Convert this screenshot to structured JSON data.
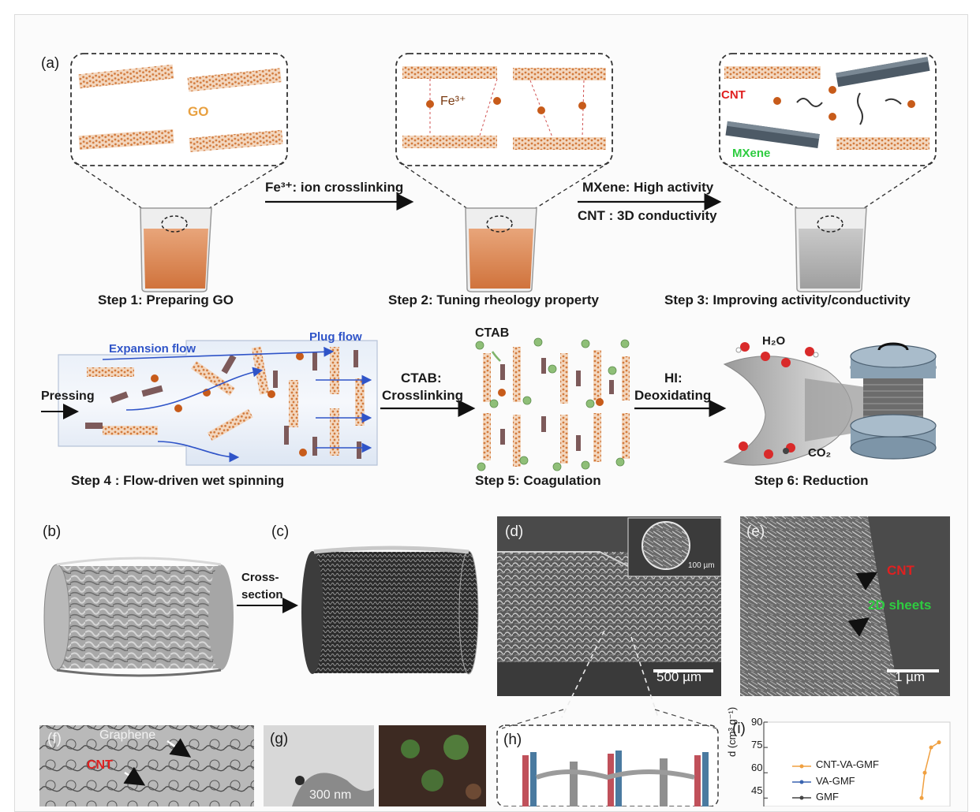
{
  "panel_a": {
    "label": "(a)",
    "inset_labels": {
      "go": "GO",
      "fe": "Fe³⁺",
      "cnt": "CNT",
      "mxene": "MXene"
    },
    "arrow_1": "Fe³⁺: ion crosslinking",
    "arrow_2_line1": "MXene: High activity",
    "arrow_2_line2": "CNT :  3D conductivity",
    "steps": [
      "Step 1: Preparing GO",
      "Step 2: Tuning rheology property",
      "Step 3: Improving activity/conductivity",
      "Step 4 : Flow-driven wet spinning",
      "Step 5: Coagulation",
      "Step 6: Reduction"
    ],
    "flow_labels": {
      "expansion": "Expansion flow",
      "plug": "Plug flow",
      "pressing": "Pressing",
      "ctab_top": "CTAB"
    },
    "arrow_3_line1": "CTAB:",
    "arrow_3_line2": "Crosslinking",
    "arrow_4_line1": "HI:",
    "arrow_4_line2": "Deoxidating",
    "h2o": "H₂O",
    "co2": "CO₂"
  },
  "panel_b": {
    "label": "(b)"
  },
  "panel_c": {
    "label": "(c)"
  },
  "cross_section": {
    "line1": "Cross-",
    "line2": "section"
  },
  "panel_d": {
    "label": "(d)",
    "scale": "500 µm",
    "inset_scale": "100 µm"
  },
  "panel_e": {
    "label": "(e)",
    "cnt": "CNT",
    "sheets": "2D sheets",
    "scale": "1 µm"
  },
  "panel_f": {
    "label": "(f)",
    "graphene": "Graphene",
    "cnt": "CNT"
  },
  "panel_g": {
    "label": "(g)",
    "scale": "300 nm"
  },
  "panel_h": {
    "label": "(h)"
  },
  "panel_i": {
    "label": "(i)",
    "ylabel": "d (cm³ g⁻¹)",
    "ticks": [
      "90",
      "75",
      "60",
      "45"
    ]
  },
  "chart_data": {
    "type": "line",
    "title": "",
    "xlabel": "",
    "ylabel": "d (cm³ g⁻¹)",
    "ylim": [
      40,
      90
    ],
    "yticks": [
      90,
      75,
      60,
      45
    ],
    "series": [
      {
        "name": "CNT-VA-GMF",
        "color": "#f0a040",
        "values": [
          45,
          60,
          75,
          78
        ]
      },
      {
        "name": "VA-GMF",
        "color": "#3a64b0",
        "values": []
      },
      {
        "name": "GMF",
        "color": "#444444",
        "values": []
      }
    ]
  },
  "colors": {
    "go_orange": "#d78648",
    "fe_ball": "#c75b1a",
    "cnt_red": "#e02020",
    "mxene_green": "#2ecc40",
    "flow_blue": "#2f54c8",
    "ctab_green": "#7fb36a"
  }
}
